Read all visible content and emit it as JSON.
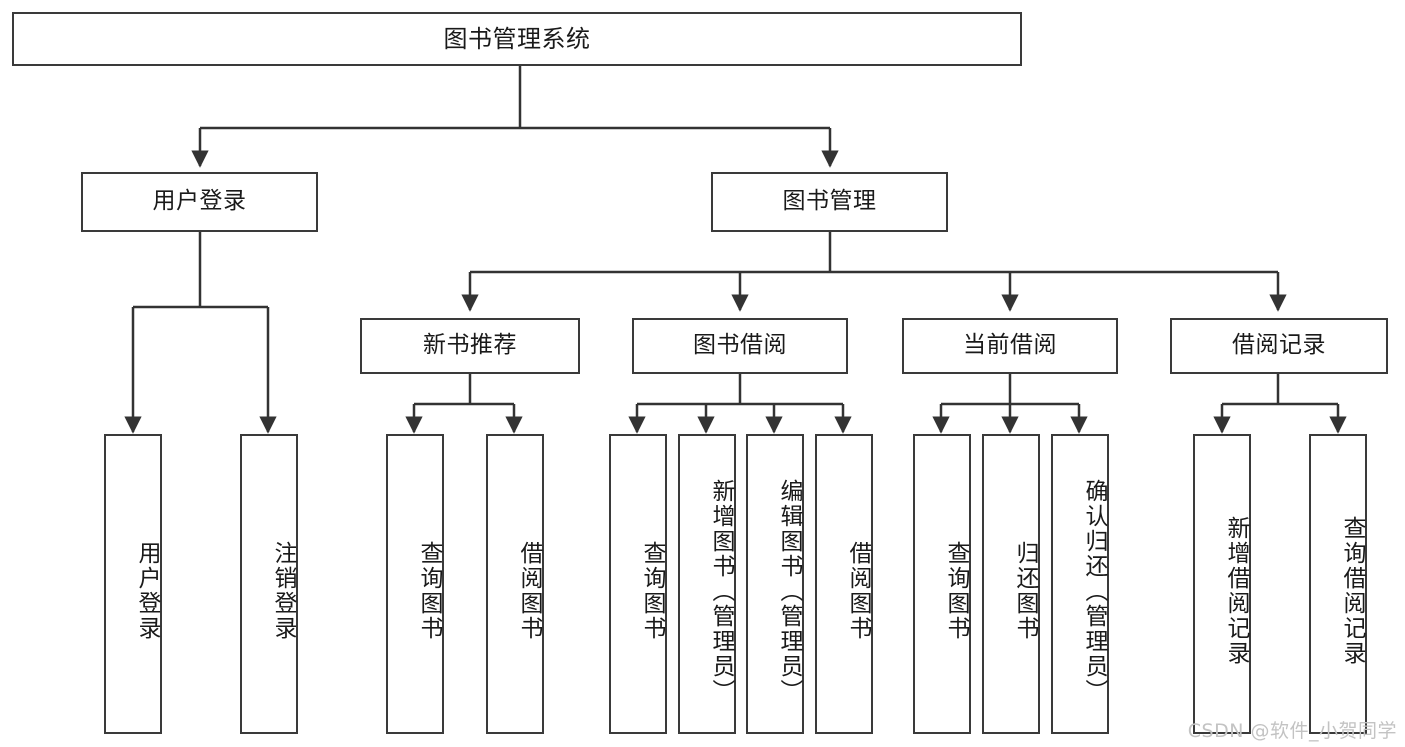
{
  "diagram": {
    "type": "tree",
    "title": "图书管理系统",
    "watermark": "CSDN @软件_小贺同学",
    "colors": {
      "box_border": "#3a3a3a",
      "box_fill": "#ffffff",
      "connector": "#333333",
      "text": "#1a1a1a",
      "watermark": "#c3c3c3"
    },
    "root": {
      "label": "图书管理系统"
    },
    "level2": [
      {
        "label": "用户登录"
      },
      {
        "label": "图书管理"
      }
    ],
    "level3": [
      {
        "label": "新书推荐"
      },
      {
        "label": "图书借阅"
      },
      {
        "label": "当前借阅"
      },
      {
        "label": "借阅记录"
      }
    ],
    "leaves_user_login": [
      {
        "label": "用户登录"
      },
      {
        "label": "注销登录"
      }
    ],
    "leaves_new_book": [
      {
        "label": "查询图书"
      },
      {
        "label": "借阅图书"
      }
    ],
    "leaves_borrow": [
      {
        "label": "查询图书"
      },
      {
        "label": "新增图书（管理员）"
      },
      {
        "label": "编辑图书（管理员）"
      },
      {
        "label": "借阅图书"
      }
    ],
    "leaves_current": [
      {
        "label": "查询图书"
      },
      {
        "label": "归还图书"
      },
      {
        "label": "确认归还（管理员）"
      }
    ],
    "leaves_record": [
      {
        "label": "新增借阅记录"
      },
      {
        "label": "查询借阅记录"
      }
    ]
  }
}
